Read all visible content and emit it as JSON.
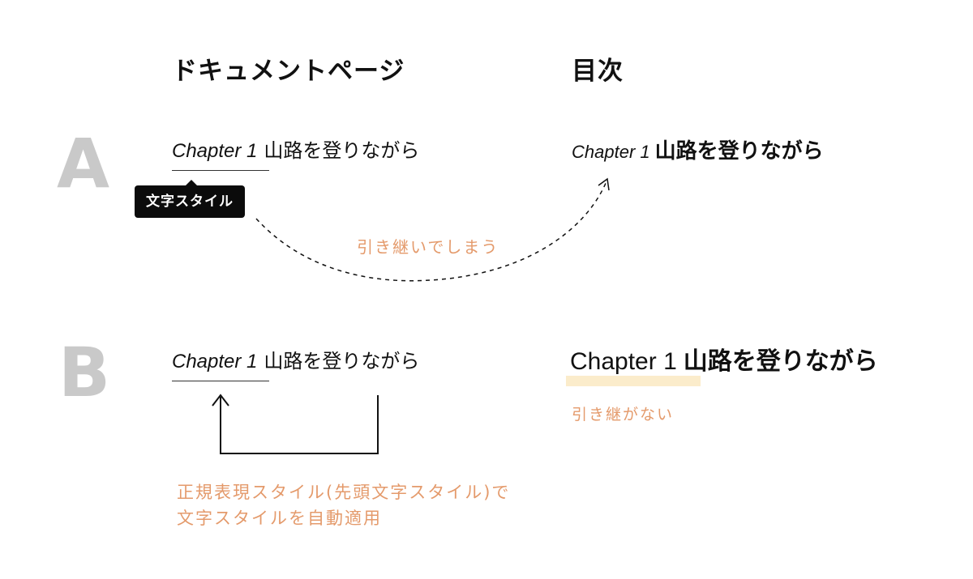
{
  "columns": {
    "document_title": "ドキュメントページ",
    "toc_title": "目次"
  },
  "rows": {
    "a": {
      "label": "A",
      "doc_heading": {
        "chapter": "Chapter 1",
        "text": "山路を登りながら"
      },
      "char_style_badge": "文字スタイル",
      "toc_heading": {
        "chapter": "Chapter 1",
        "text": "山路を登りながら"
      },
      "arrow_note": "引き継いでしまう"
    },
    "b": {
      "label": "B",
      "doc_heading": {
        "chapter": "Chapter 1",
        "text": "山路を登りながら"
      },
      "toc_heading": {
        "chapter": "Chapter 1",
        "text": "山路を登りながら"
      },
      "toc_note": "引き継がない",
      "loop_note_line1": "正規表現スタイル(先頭文字スタイル)で",
      "loop_note_line2": "文字スタイルを自動適用"
    }
  },
  "colors": {
    "note": "#e49a6b",
    "row_label": "#c9c9c9",
    "highlight": "#fbeccb",
    "badge": "#0b0b0b"
  }
}
